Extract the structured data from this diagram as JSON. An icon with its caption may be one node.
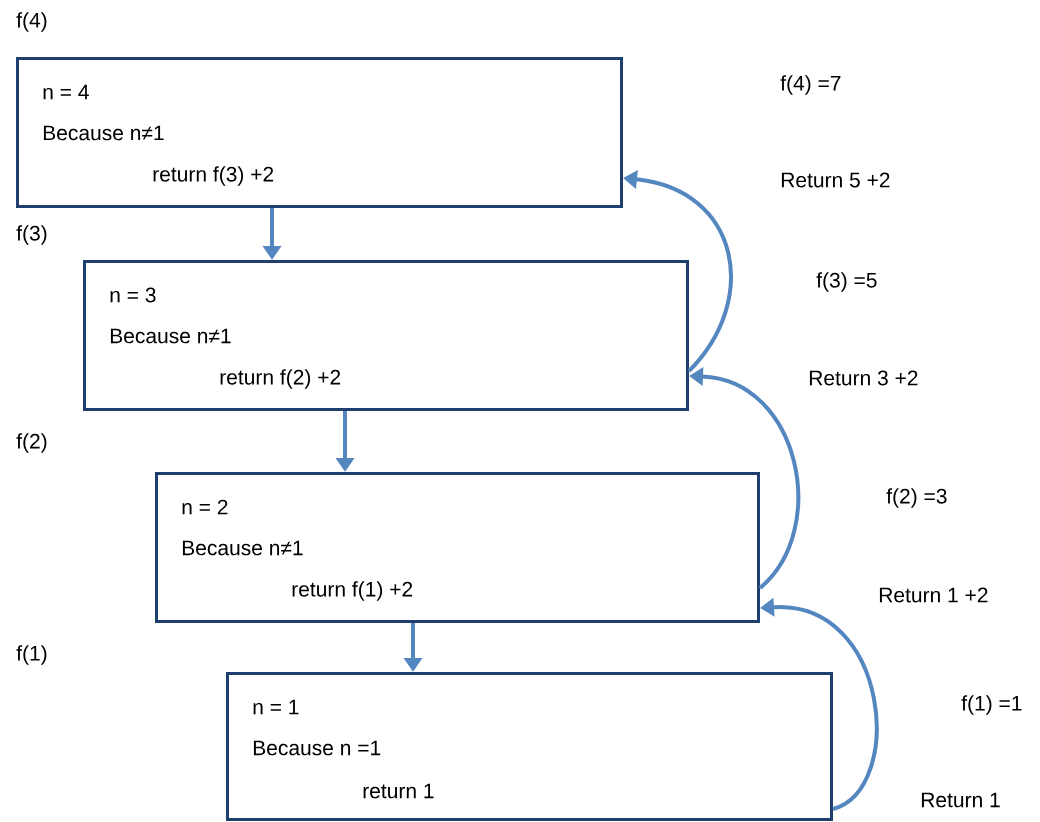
{
  "diagram": {
    "nodes": [
      {
        "text": [
          "n = 4",
          "Because n≠1",
          "return f(3) +2"
        ],
        "beside": [
          "f(4)"
        ]
      },
      {
        "text": [
          "n = 3",
          "Because n≠1",
          "return f(2) +2"
        ]
      },
      {
        "text": [
          "n = 2",
          "Because n≠1",
          "return f(1) +2"
        ]
      },
      {
        "text": [
          "n = 1",
          "Because n =1",
          "return 1"
        ]
      }
    ],
    "edges": [
      {
        "from": 0,
        "to": 1,
        "arrow": "to"
      },
      {
        "from": 1,
        "to": 2,
        "arrow": "to"
      },
      {
        "from": 2,
        "to": 3,
        "arrow": "to"
      },
      {
        "from": 3,
        "to": 2,
        "arrow": "to",
        "label": "f(1) =1"
      },
      {
        "from": 2,
        "to": 1,
        "arrow": "to",
        "label": "f(2) =3"
      },
      {
        "from": 1,
        "to": 0,
        "arrow": "to",
        "label": "f(3) =5"
      }
    ],
    "labels": [
      "f(4) =7",
      "Return 5 +2",
      "f(3)",
      "Return 3 +2",
      "f(2)",
      "Return 1 +2",
      "f(1)",
      "Return 1"
    ]
  }
}
